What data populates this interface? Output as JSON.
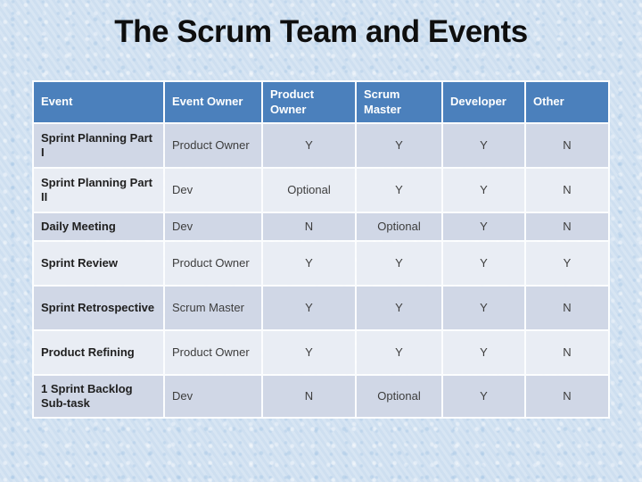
{
  "slide": {
    "title": "The Scrum Team and Events"
  },
  "colors": {
    "header_bg": "#4b80bc",
    "band_dark": "#d0d7e6",
    "band_light": "#e9edf4",
    "page_bg": "#d3e2f2",
    "title_color": "#0e0e0e"
  },
  "table": {
    "headers": [
      "Event",
      "Event Owner",
      "Product Owner",
      "Scrum Master",
      "Developer",
      "Other"
    ],
    "rows": [
      {
        "event": "Sprint Planning Part I",
        "owner": "Product Owner",
        "product_owner": "Y",
        "scrum_master": "Y",
        "developer": "Y",
        "other": "N"
      },
      {
        "event": "Sprint Planning Part II",
        "owner": "Dev",
        "product_owner": "Optional",
        "scrum_master": "Y",
        "developer": "Y",
        "other": "N"
      },
      {
        "event": "Daily Meeting",
        "owner": "Dev",
        "product_owner": "N",
        "scrum_master": "Optional",
        "developer": "Y",
        "other": "N"
      },
      {
        "event": "Sprint Review",
        "owner": "Product Owner",
        "product_owner": "Y",
        "scrum_master": "Y",
        "developer": "Y",
        "other": "Y"
      },
      {
        "event": "Sprint Retrospective",
        "owner": "Scrum Master",
        "product_owner": "Y",
        "scrum_master": "Y",
        "developer": "Y",
        "other": "N"
      },
      {
        "event": "Product Refining",
        "owner": "Product Owner",
        "product_owner": "Y",
        "scrum_master": "Y",
        "developer": "Y",
        "other": "N"
      },
      {
        "event": "1 Sprint Backlog Sub-task",
        "owner": "Dev",
        "product_owner": "N",
        "scrum_master": "Optional",
        "developer": "Y",
        "other": "N"
      }
    ]
  }
}
